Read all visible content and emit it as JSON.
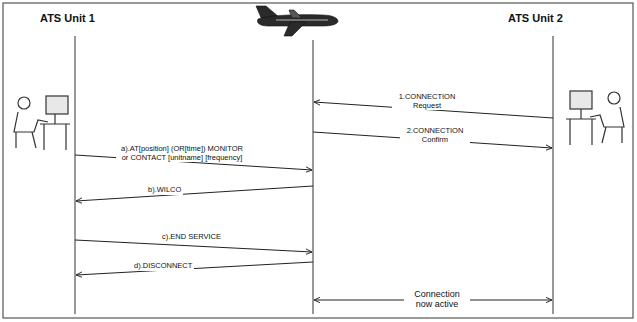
{
  "diagram": {
    "labels": [
      "ATS Unit 1",
      "ATS Unit 2",
      "1.CONNECTION Request",
      "2.CONNECTION Confirm",
      "a).AT[position] (OR[time]) MONITOR or CONTACT [unitname] [frequency]",
      "b).WILCO",
      "c).END SERVICE",
      "d).DISCONNECT",
      "Connection now active"
    ]
  }
}
